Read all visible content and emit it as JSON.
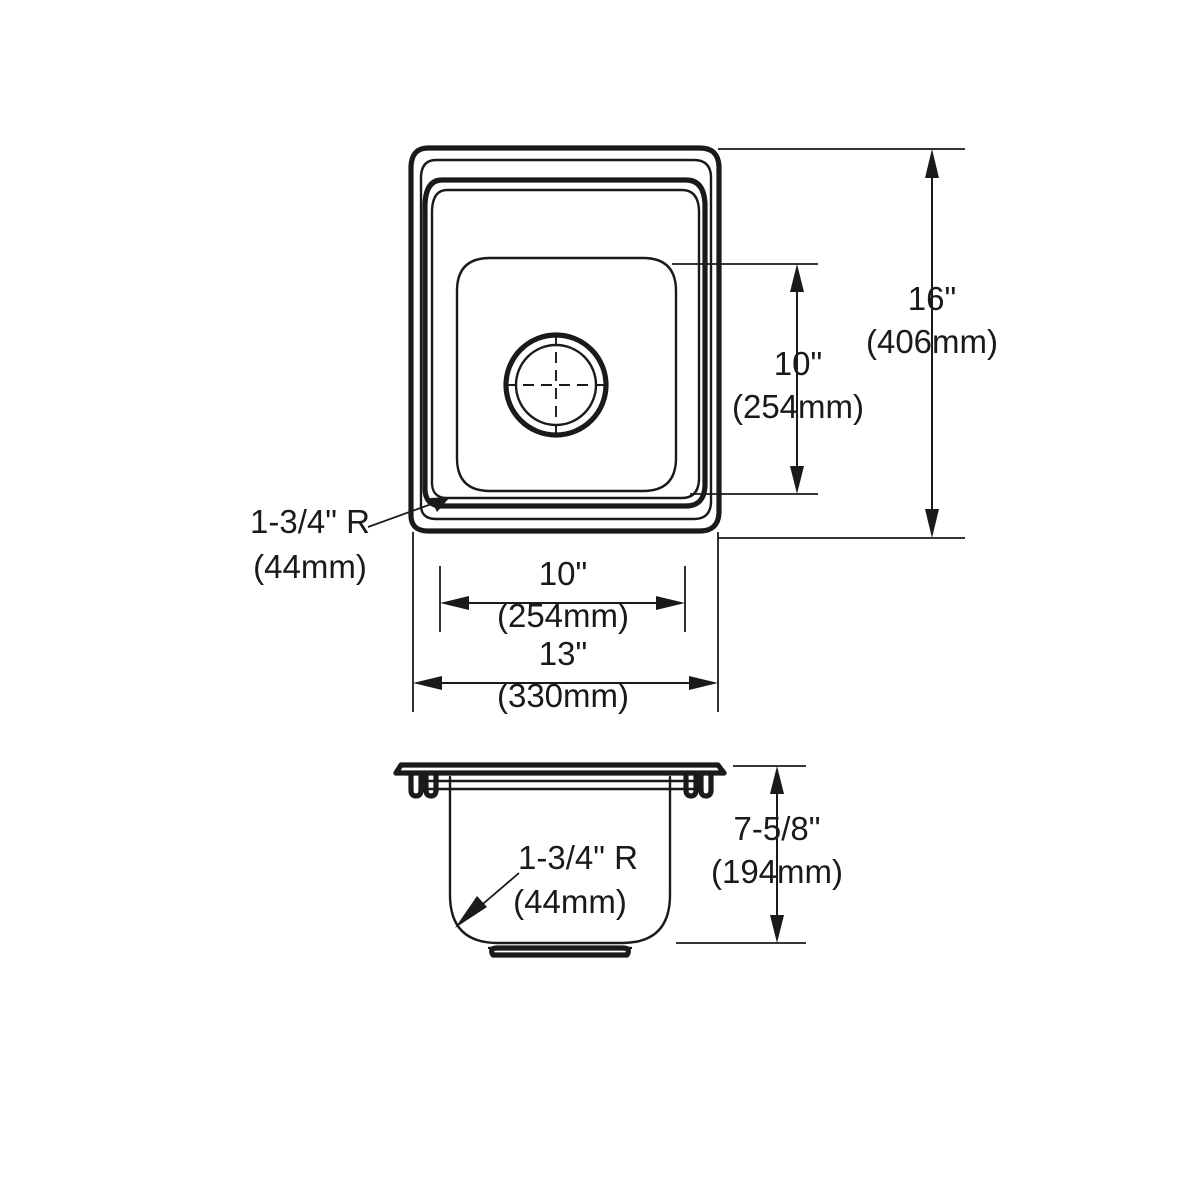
{
  "drawing": {
    "title": "Sink dimensional drawing",
    "views": {
      "top": {
        "name": "top-view",
        "label": "Top plan view of single bowl sink"
      },
      "section": {
        "name": "section-view",
        "label": "Front cross-section view of sink bowl"
      }
    },
    "line_color": "#1a1a1a",
    "background_color": "#ffffff"
  },
  "dimensions": {
    "overall_height": {
      "id": "overall-height",
      "imperial": "16\"",
      "metric": "(406mm)"
    },
    "bowl_height": {
      "id": "bowl-depth-plan",
      "imperial": "10\"",
      "metric": "(254mm)"
    },
    "bowl_width": {
      "id": "bowl-width",
      "imperial": "10\"",
      "metric": "(254mm)"
    },
    "overall_width": {
      "id": "overall-width",
      "imperial": "13\"",
      "metric": "(330mm)"
    },
    "bowl_depth": {
      "id": "bowl-depth-section",
      "imperial": "7-5/8\"",
      "metric": "(194mm)"
    },
    "corner_radius_top": {
      "id": "corner-radius-top-view",
      "imperial": "1-3/4\" R",
      "metric": "(44mm)"
    },
    "corner_radius_section": {
      "id": "corner-radius-section-view",
      "imperial": "1-3/4\" R",
      "metric": "(44mm)"
    }
  }
}
